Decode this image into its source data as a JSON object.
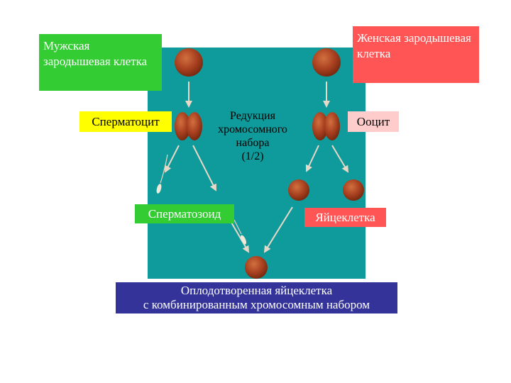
{
  "labels": {
    "male_germ_cell": "Мужская зародышевая клетка",
    "female_germ_cell": "Женская зародышевая клетка",
    "spermatocyte": "Сперматоцит",
    "oocyte": "Ооцит",
    "reduction_line1": "Редукция",
    "reduction_line2": "хромосомного",
    "reduction_line3": "набора",
    "reduction_line4": "(1/2)",
    "spermatozoon": "Сперматозоид",
    "egg_cell": "Яйцеклетка",
    "zygote_line1": "Оплодотворенная яйцеклетка",
    "zygote_line2": "с комбинированным хромосомным набором"
  },
  "colors": {
    "panel": "#0f9b9b",
    "male": "#33cc33",
    "female": "#ff5555",
    "spermatocyte": "#ffff00",
    "oocyte": "#ffcccc",
    "zygote": "#333399",
    "cell": "#a84020"
  }
}
